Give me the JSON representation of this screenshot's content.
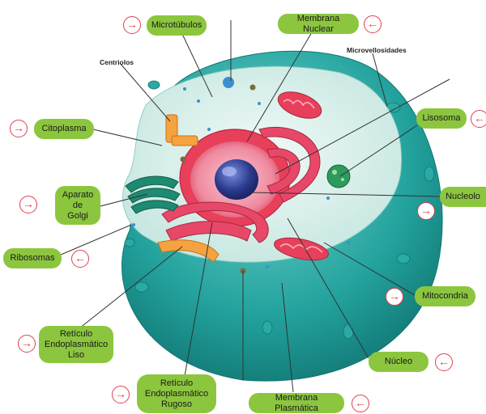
{
  "labels": {
    "microtubulos": "Microtúbulos",
    "membrana_nuclear": "Membrana Nuclear",
    "centriolos": "Centriolos",
    "microvellosidades": "Microvellosidades",
    "citoplasma": "Citoplasma",
    "lisosoma": "Lisosoma",
    "aparato_golgi_1": "Aparato",
    "aparato_golgi_2": "de",
    "aparato_golgi_3": "Golgi",
    "nucleolo": "Nucleolo",
    "ribosomas": "Ribosomas",
    "mitocondria": "Mitocondria",
    "reticulo_liso_1": "Retículo",
    "reticulo_liso_2": "Endoplasmático",
    "reticulo_liso_3": "Liso",
    "nucleo": "Núcleo",
    "reticulo_rugoso_1": "Retículo",
    "reticulo_rugoso_2": "Endoplasmático",
    "reticulo_rugoso_3": "Rugoso",
    "membrana_plasmatica": "Membrana Plasmática"
  },
  "icons": {
    "arrow_right": "→",
    "arrow_left": "←"
  },
  "colors": {
    "label_fill": "#8cc63f",
    "arrow_stroke": "#e0404f",
    "membrane": "#2aa9a5",
    "cytoplasm": "#d9efe9",
    "nucleus_red": "#e8405a",
    "nucleolus": "#2b3a8c"
  }
}
